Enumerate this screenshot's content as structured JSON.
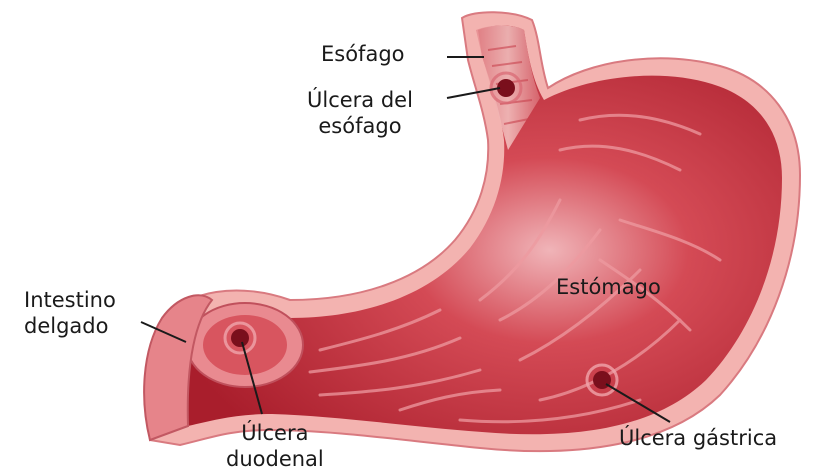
{
  "labels": {
    "esophagus": "Esófago",
    "esophageal_ulcer": [
      "Úlcera del",
      "esófago"
    ],
    "small_intestine": [
      "Intestino",
      "delgado"
    ],
    "stomach": "Estómago",
    "duodenal_ulcer": [
      "Úlcera",
      "duodenal"
    ],
    "gastric_ulcer": "Úlcera gástrica"
  },
  "colors": {
    "wall_outer": "#f3b3b0",
    "wall_inner": "#e27777",
    "lumen": "#c8323c",
    "lumen_dark": "#9e1c28",
    "fold": "#e98890",
    "ulcer": "#7a0f1c",
    "leader": "#1a1a1a"
  }
}
